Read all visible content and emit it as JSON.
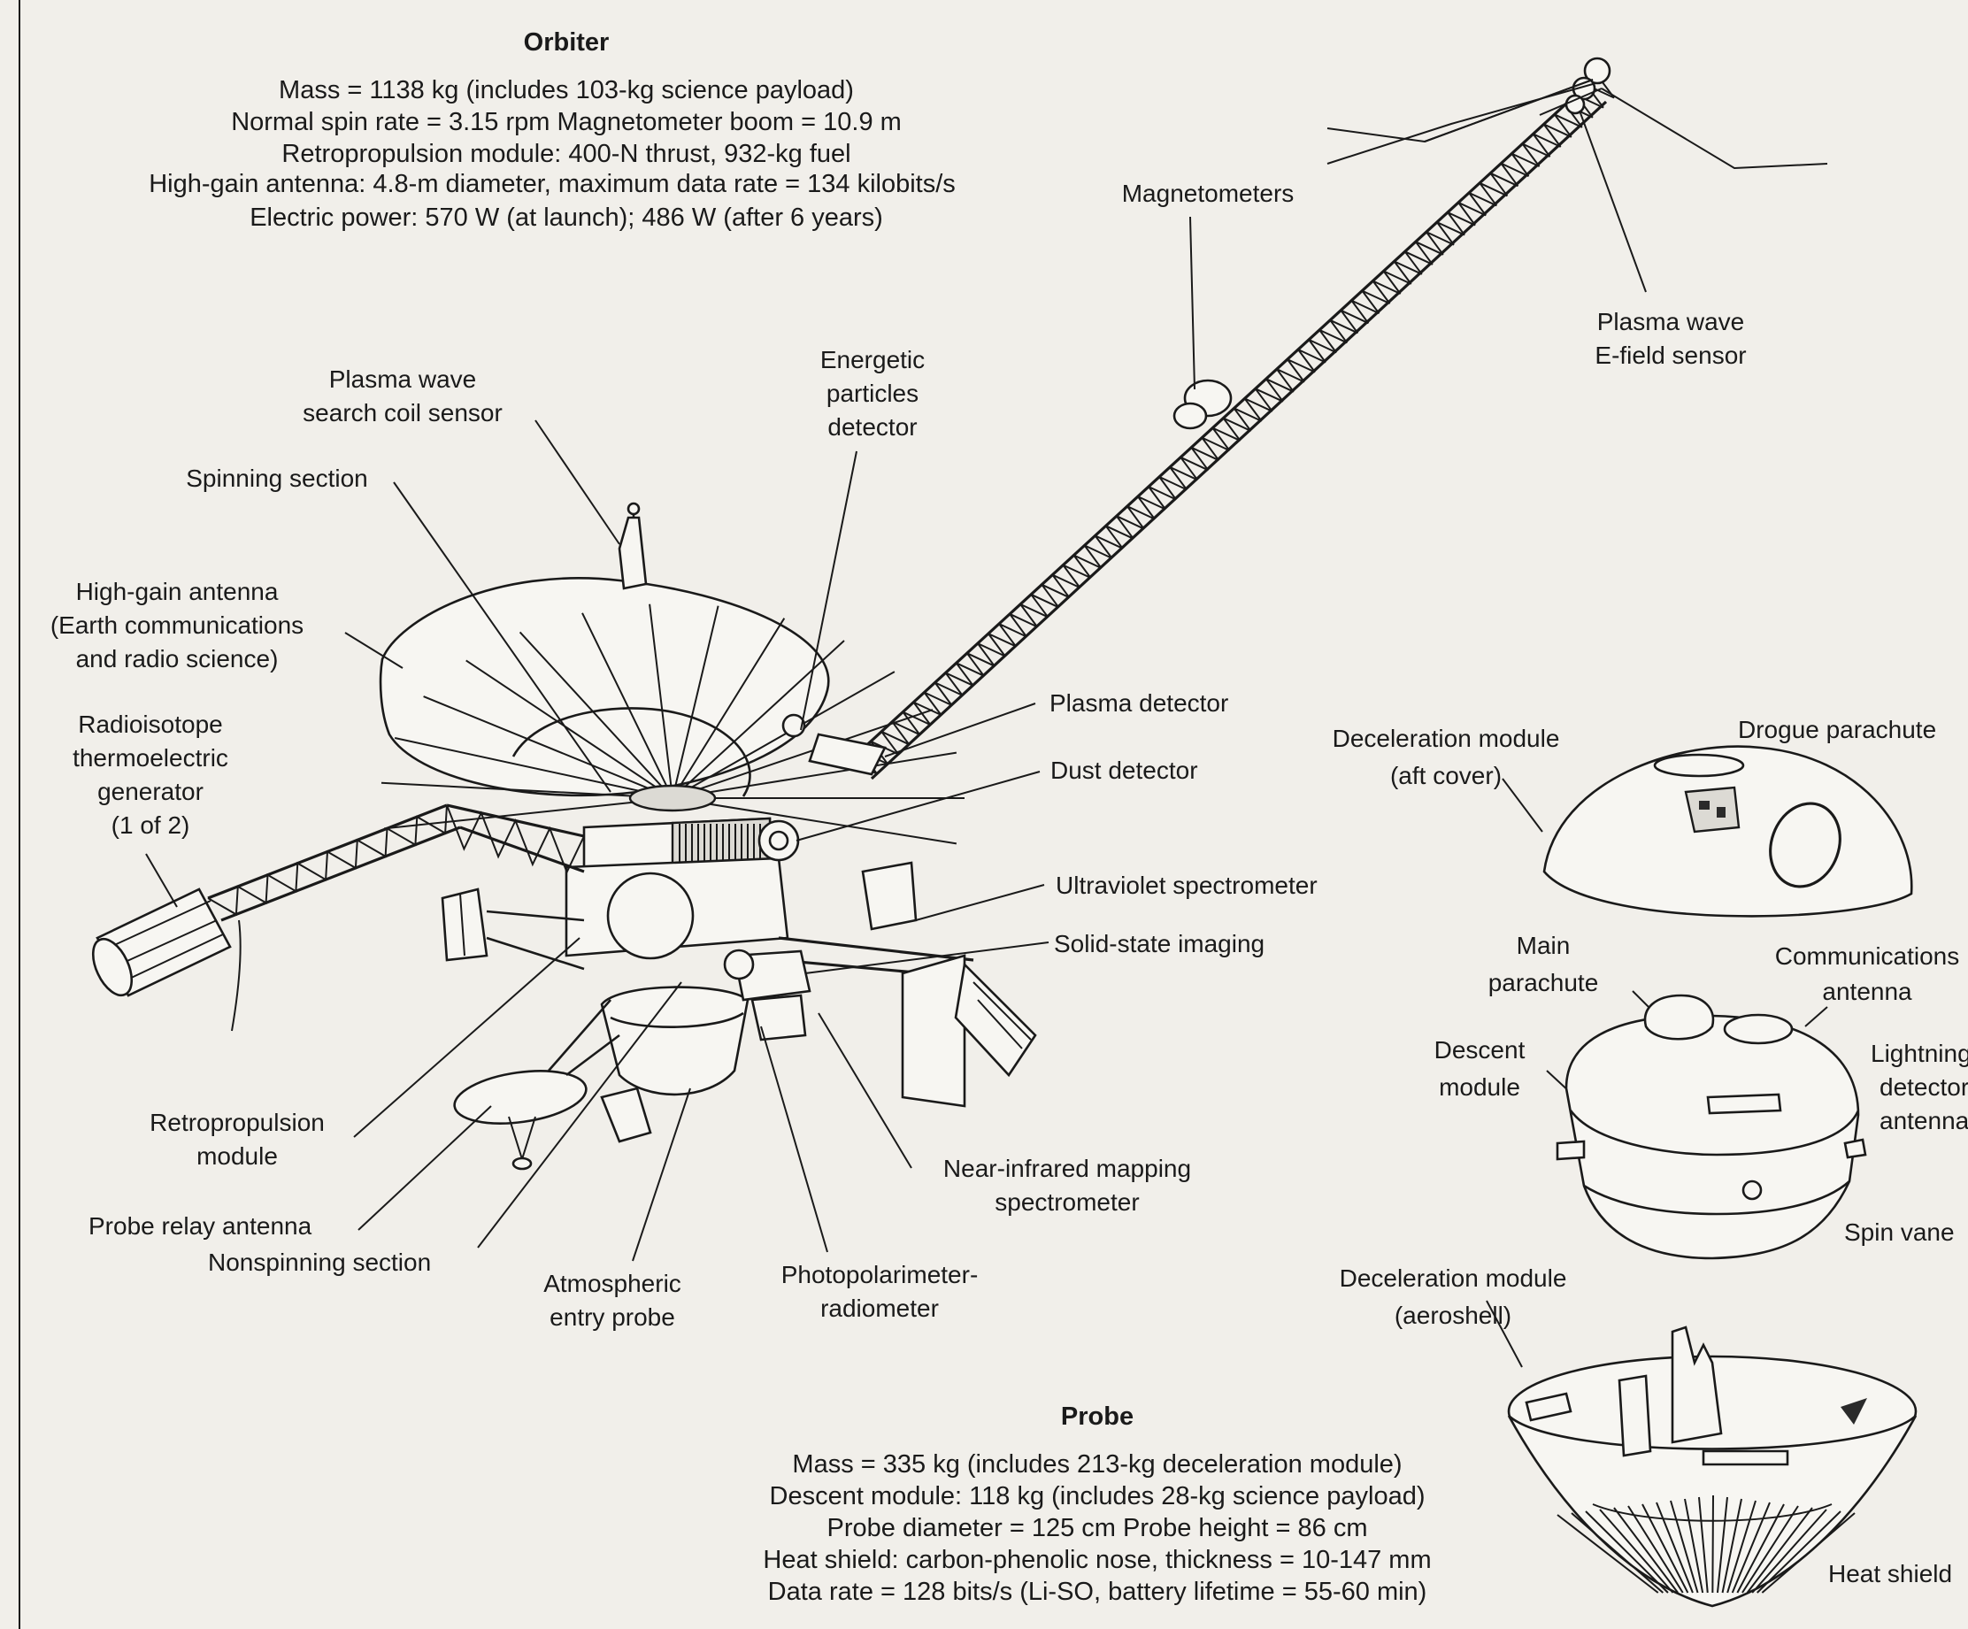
{
  "orbiter": {
    "title": "Orbiter",
    "specs": [
      "Mass  =  1138 kg (includes 103-kg science payload)",
      "Normal spin rate = 3.15 rpm      Magnetometer boom  =  10.9 m",
      "Retropropulsion module: 400-N  thrust, 932-kg fuel",
      "High-gain antenna: 4.8-m diameter, maximum data rate  =  134 kilobits/s",
      "Electric power: 570 W (at launch); 486 W (after 6 years)"
    ]
  },
  "probe": {
    "title": "Probe",
    "specs": [
      "Mass  =  335 kg (includes 213-kg deceleration module)",
      "Descent module: 118 kg (includes 28-kg science payload)",
      "Probe diameter  =  125 cm        Probe height  =  86 cm",
      "Heat shield: carbon-phenolic nose, thickness  =  10-147 mm",
      "Data rate  =  128 bits/s (Li-SO, battery lifetime  =  55-60 min)"
    ]
  },
  "labels": {
    "magnetometers": "Magnetometers",
    "plasma_wave_efield": [
      "Plasma wave",
      "E-field sensor"
    ],
    "energetic_particles": [
      "Energetic",
      "particles",
      "detector"
    ],
    "plasma_wave_search_coil": [
      "Plasma wave",
      "search coil sensor"
    ],
    "spinning_section": "Spinning section",
    "high_gain_antenna": [
      "High-gain antenna",
      "(Earth communications",
      "and radio science)"
    ],
    "rtg": [
      "Radioisotope",
      "thermoelectric",
      "generator",
      "(1 of 2)"
    ],
    "plasma_detector": "Plasma detector",
    "dust_detector": "Dust detector",
    "ultraviolet_spectrometer": "Ultraviolet spectrometer",
    "solid_state_imaging": "Solid-state imaging",
    "retropropulsion_module": [
      "Retropropulsion",
      "module"
    ],
    "probe_relay_antenna": "Probe relay antenna",
    "nonspinning_section": "Nonspinning section",
    "atmospheric_entry_probe": [
      "Atmospheric",
      "entry probe"
    ],
    "photopolarimeter": [
      "Photopolarimeter-",
      "radiometer"
    ],
    "near_infrared": [
      "Near-infrared mapping",
      "spectrometer"
    ],
    "decel_aft_cover": [
      "Deceleration module",
      "(aft cover)"
    ],
    "drogue_parachute": "Drogue parachute",
    "main_parachute": [
      "Main",
      "parachute"
    ],
    "communications_antenna": [
      "Communications",
      "antenna"
    ],
    "descent_module": [
      "Descent",
      "module"
    ],
    "lightning_detector": [
      "Lightning",
      "detector",
      "antenna"
    ],
    "spin_vane": "Spin vane",
    "decel_aeroshell": [
      "Deceleration module",
      "(aeroshell)"
    ],
    "heat_shield": "Heat shield"
  }
}
